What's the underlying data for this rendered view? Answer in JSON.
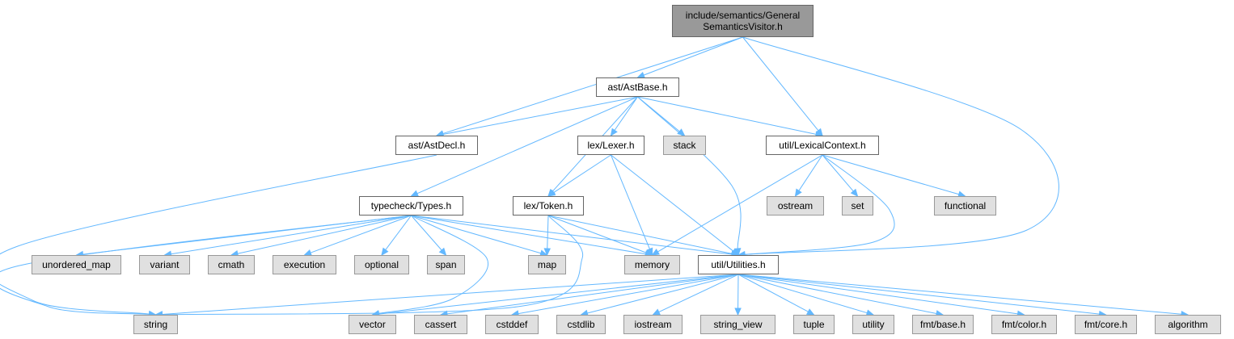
{
  "graph": {
    "colors": {
      "edge": "#63b8ff",
      "root_fill": "#999999",
      "local_fill": "#ffffff",
      "system_fill": "#e0e0e0"
    },
    "nodes": {
      "root": {
        "lines": [
          "include/semantics/General",
          "SemanticsVisitor.h"
        ],
        "kind": "root"
      },
      "astbase": {
        "lines": [
          "ast/AstBase.h"
        ],
        "kind": "local"
      },
      "astdecl": {
        "lines": [
          "ast/AstDecl.h"
        ],
        "kind": "local"
      },
      "lexer": {
        "lines": [
          "lex/Lexer.h"
        ],
        "kind": "local"
      },
      "stack": {
        "lines": [
          "stack"
        ],
        "kind": "system"
      },
      "lexctx": {
        "lines": [
          "util/LexicalContext.h"
        ],
        "kind": "local"
      },
      "types": {
        "lines": [
          "typecheck/Types.h"
        ],
        "kind": "local"
      },
      "token": {
        "lines": [
          "lex/Token.h"
        ],
        "kind": "local"
      },
      "ostream": {
        "lines": [
          "ostream"
        ],
        "kind": "system"
      },
      "set": {
        "lines": [
          "set"
        ],
        "kind": "system"
      },
      "functional": {
        "lines": [
          "functional"
        ],
        "kind": "system"
      },
      "unordered_map": {
        "lines": [
          "unordered_map"
        ],
        "kind": "system"
      },
      "variant": {
        "lines": [
          "variant"
        ],
        "kind": "system"
      },
      "cmath": {
        "lines": [
          "cmath"
        ],
        "kind": "system"
      },
      "execution": {
        "lines": [
          "execution"
        ],
        "kind": "system"
      },
      "optional": {
        "lines": [
          "optional"
        ],
        "kind": "system"
      },
      "span": {
        "lines": [
          "span"
        ],
        "kind": "system"
      },
      "map": {
        "lines": [
          "map"
        ],
        "kind": "system"
      },
      "memory": {
        "lines": [
          "memory"
        ],
        "kind": "system"
      },
      "utilities": {
        "lines": [
          "util/Utilities.h"
        ],
        "kind": "local"
      },
      "string": {
        "lines": [
          "string"
        ],
        "kind": "system"
      },
      "vector": {
        "lines": [
          "vector"
        ],
        "kind": "system"
      },
      "cassert": {
        "lines": [
          "cassert"
        ],
        "kind": "system"
      },
      "cstddef": {
        "lines": [
          "cstddef"
        ],
        "kind": "system"
      },
      "cstdlib": {
        "lines": [
          "cstdlib"
        ],
        "kind": "system"
      },
      "iostream": {
        "lines": [
          "iostream"
        ],
        "kind": "system"
      },
      "string_view": {
        "lines": [
          "string_view"
        ],
        "kind": "system"
      },
      "tuple": {
        "lines": [
          "tuple"
        ],
        "kind": "system"
      },
      "utility": {
        "lines": [
          "utility"
        ],
        "kind": "system"
      },
      "fmt_base": {
        "lines": [
          "fmt/base.h"
        ],
        "kind": "system"
      },
      "fmt_color": {
        "lines": [
          "fmt/color.h"
        ],
        "kind": "system"
      },
      "fmt_core": {
        "lines": [
          "fmt/core.h"
        ],
        "kind": "system"
      },
      "algorithm": {
        "lines": [
          "algorithm"
        ],
        "kind": "system"
      }
    },
    "edges": [
      [
        "root",
        "astbase"
      ],
      [
        "root",
        "astdecl"
      ],
      [
        "root",
        "lexctx"
      ],
      [
        "root",
        "utilities"
      ],
      [
        "astbase",
        "astdecl"
      ],
      [
        "astbase",
        "lexer"
      ],
      [
        "astbase",
        "stack"
      ],
      [
        "astbase",
        "lexctx"
      ],
      [
        "astbase",
        "types"
      ],
      [
        "astbase",
        "token"
      ],
      [
        "astbase",
        "utilities"
      ],
      [
        "astdecl",
        "string"
      ],
      [
        "lexer",
        "token"
      ],
      [
        "lexer",
        "memory"
      ],
      [
        "lexer",
        "utilities"
      ],
      [
        "lexctx",
        "ostream"
      ],
      [
        "lexctx",
        "set"
      ],
      [
        "lexctx",
        "functional"
      ],
      [
        "lexctx",
        "memory"
      ],
      [
        "lexctx",
        "utilities"
      ],
      [
        "types",
        "unordered_map"
      ],
      [
        "types",
        "variant"
      ],
      [
        "types",
        "cmath"
      ],
      [
        "types",
        "execution"
      ],
      [
        "types",
        "optional"
      ],
      [
        "types",
        "span"
      ],
      [
        "types",
        "map"
      ],
      [
        "types",
        "memory"
      ],
      [
        "types",
        "utilities"
      ],
      [
        "types",
        "string"
      ],
      [
        "types",
        "vector"
      ],
      [
        "token",
        "map"
      ],
      [
        "token",
        "memory"
      ],
      [
        "token",
        "utilities"
      ],
      [
        "token",
        "string"
      ],
      [
        "utilities",
        "string"
      ],
      [
        "utilities",
        "vector"
      ],
      [
        "utilities",
        "cassert"
      ],
      [
        "utilities",
        "cstddef"
      ],
      [
        "utilities",
        "cstdlib"
      ],
      [
        "utilities",
        "iostream"
      ],
      [
        "utilities",
        "string_view"
      ],
      [
        "utilities",
        "tuple"
      ],
      [
        "utilities",
        "utility"
      ],
      [
        "utilities",
        "fmt_base"
      ],
      [
        "utilities",
        "fmt_color"
      ],
      [
        "utilities",
        "fmt_core"
      ],
      [
        "utilities",
        "algorithm"
      ]
    ]
  }
}
